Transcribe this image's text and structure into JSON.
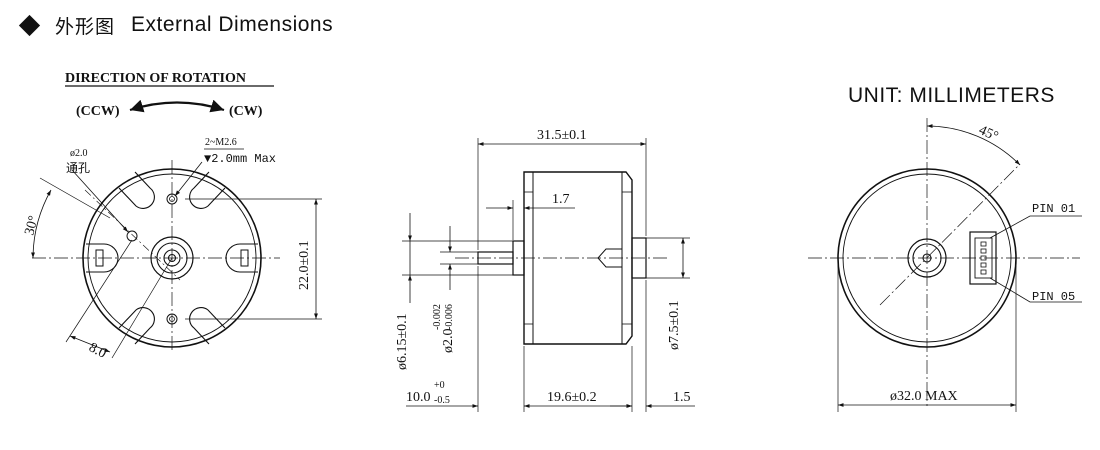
{
  "header": {
    "title_cn": "外形图",
    "title_en": "External Dimensions"
  },
  "unit_label": "UNIT: MILLIMETERS",
  "rotation": {
    "title": "DIRECTION OF ROTATION",
    "ccw": "(CCW)",
    "cw": "(CW)"
  },
  "front_view": {
    "hole_dia": "ø2.0",
    "through_hole": "通孔",
    "screw": "2~M2.6",
    "screw_depth": "▼2.0mm Max",
    "angle": "30°",
    "offset": "8.0",
    "height": "22.0±0.1"
  },
  "side_view": {
    "length": "31.5±0.1",
    "step": "1.7",
    "boss_dia": "ø6.15±0.1",
    "shaft_dia": "ø2.0",
    "shaft_tol_upper": "-0.002",
    "shaft_tol_lower": "-0.006",
    "shaft_len": "10.0",
    "shaft_len_tol_upper": "+0",
    "shaft_len_tol_lower": "-0.5",
    "body_len": "19.6±0.2",
    "rear_len": "1.5",
    "rear_boss_dia": "ø7.5±0.1"
  },
  "rear_view": {
    "angle": "45°",
    "pin_top": "PIN 01",
    "pin_bottom": "PIN 05",
    "diameter": "ø32.0 MAX"
  }
}
